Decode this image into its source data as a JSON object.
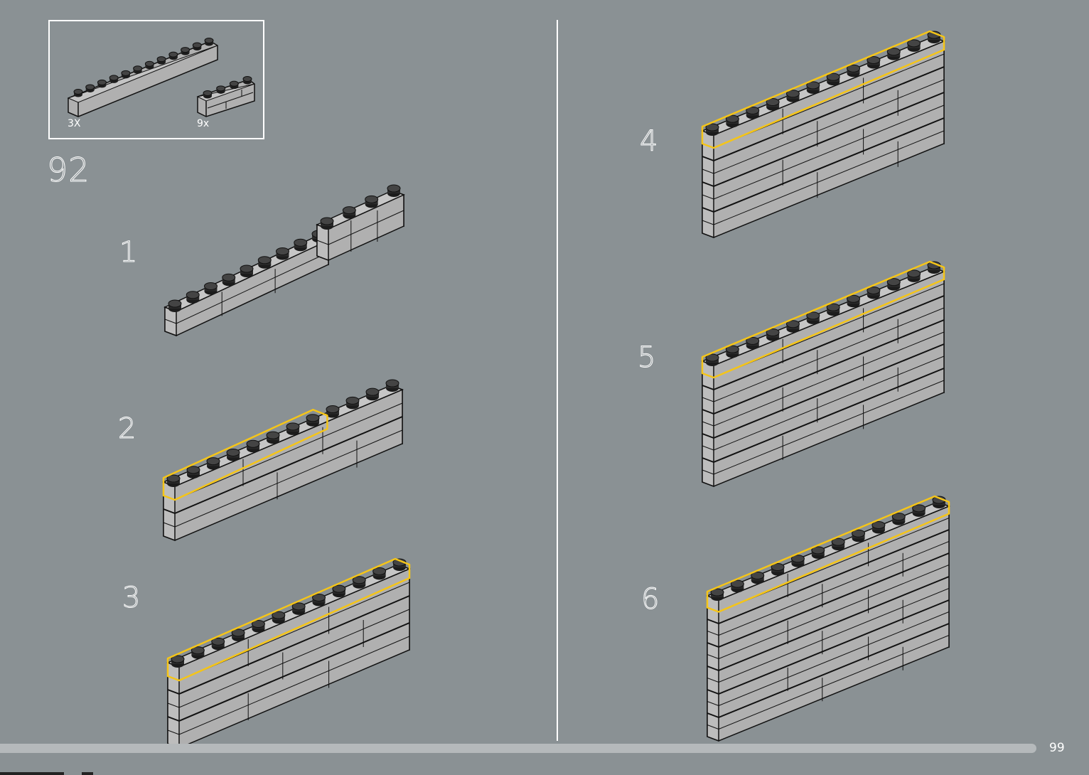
{
  "parts": [
    {
      "qty": "3X",
      "icon": "brick-1x12-icon"
    },
    {
      "qty": "9x",
      "icon": "brick-1x4-masonry-icon"
    }
  ],
  "step_number": "92",
  "substeps": [
    {
      "label": "1"
    },
    {
      "label": "2"
    },
    {
      "label": "3"
    },
    {
      "label": "4"
    },
    {
      "label": "5"
    },
    {
      "label": "6"
    }
  ],
  "page_number": "99",
  "colors": {
    "background": "#8a9194",
    "brick": "#b0b0b0",
    "stud": "#2a2a2a",
    "highlight": "#f5c518",
    "outline": "#111111"
  }
}
